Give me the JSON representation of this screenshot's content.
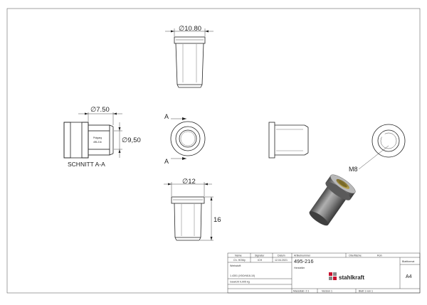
{
  "views": {
    "top_dim": "∅10.80",
    "section_outer_dim": "∅7.50",
    "section_inner_dim": "∅9,50",
    "section_label": "SCHNITT A-A",
    "section_mark_top": "A",
    "section_mark_bottom": "A",
    "thread_label": "M8",
    "bottom_dia_dim": "∅12",
    "bottom_height_dim": "16"
  },
  "title_block": {
    "headers": {
      "name": "Name",
      "signature": "Signatur",
      "date": "Datum",
      "article_no": "Artikelnummer",
      "surface": "Oberfläche:",
      "surface_value": "Roh"
    },
    "row1": {
      "name": "Ch. HOMy",
      "signature": "ICH",
      "date": "12.04.2021",
      "article_value": "495-216"
    },
    "material_label": "Werkstoff:",
    "material_value": "1.4301 (X5CrNi18-10)",
    "weight": "Gewicht 0,005 kg",
    "manufacturer_label": "Hersteller",
    "brand": "stahlkraft",
    "format_label": "Blattformat",
    "format_value": "A4",
    "scale": "Massstab: 2:1",
    "version": "Version 1",
    "sheet": "Blatt 1 von 1"
  },
  "colors": {
    "line": "#222222",
    "brand_red": "#c8102e",
    "brand_grey": "#8a8a8a"
  }
}
